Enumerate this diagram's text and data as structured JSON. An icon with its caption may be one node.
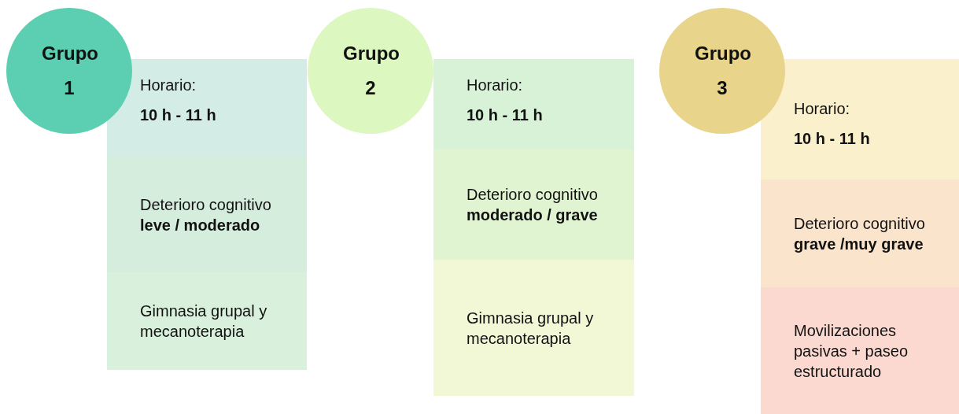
{
  "diagram": {
    "nodes": [
      {
        "text": [
          "Grupo 1"
        ]
      },
      {
        "text": [
          "Horario:",
          "10 h - 11 h"
        ]
      },
      {
        "text": [
          "Deterioro cognitivo **leve / moderado**"
        ]
      },
      {
        "text": [
          "Gimnasia grupal y mecanoterapia"
        ]
      },
      {
        "text": [
          "Grupo 2"
        ]
      },
      {
        "text": [
          "Horario:",
          "10 h - 11 h"
        ]
      },
      {
        "text": [
          "Deterioro cognitivo **moderado / grave**"
        ]
      },
      {
        "text": [
          "Gimnasia grupal y mecanoterapia"
        ]
      },
      {
        "text": [
          "Grupo 3"
        ]
      },
      {
        "text": [
          "Horario:",
          "10 h - 11 h"
        ]
      },
      {
        "text": [
          "Deterioro cognitivo **grave /muy grave**"
        ]
      },
      {
        "text": [
          "Movilizaciones pasivas + paseo estructurado"
        ]
      }
    ]
  }
}
